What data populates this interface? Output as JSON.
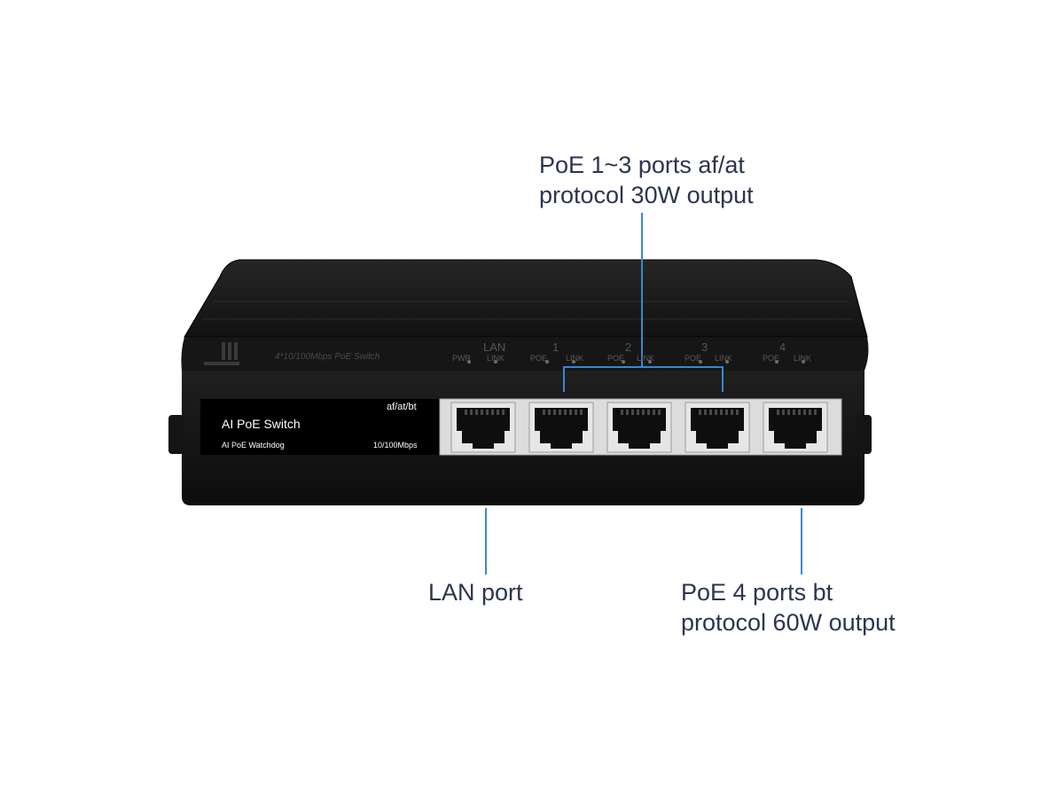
{
  "callouts": {
    "top_line1": "PoE 1~3 ports af/at",
    "top_line2": "protocol 30W output",
    "lan": "LAN port",
    "bt_line1": "PoE 4 ports bt",
    "bt_line2": "protocol 60W output"
  },
  "device": {
    "model_text": "4*10/100Mbps PoE Switch",
    "port_headers": [
      "LAN",
      "1",
      "2",
      "3",
      "4"
    ],
    "led_labels": [
      "PWR",
      "LINK",
      "POE",
      "LINK",
      "POE",
      "LINK",
      "POE",
      "LINK",
      "POE",
      "LINK"
    ],
    "panel": {
      "title": "AI PoE Switch",
      "protocol": "af/at/bt",
      "subtitle": "AI PoE Watchdog",
      "speed": "10/100Mbps"
    },
    "port_count": 5
  },
  "colors": {
    "body": "#1c1c1c",
    "callout_line": "#3a86d8",
    "text": "#2b3550"
  }
}
